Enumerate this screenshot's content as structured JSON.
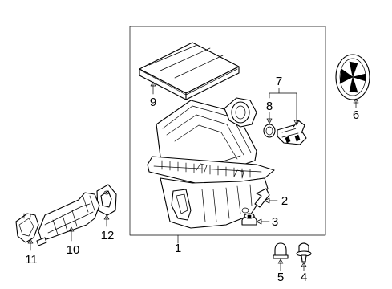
{
  "callouts": [
    {
      "id": "1",
      "part": "air-cleaner-assembly"
    },
    {
      "id": "2",
      "part": "clip"
    },
    {
      "id": "3",
      "part": "grommet"
    },
    {
      "id": "4",
      "part": "bolt"
    },
    {
      "id": "5",
      "part": "nut"
    },
    {
      "id": "6",
      "part": "cover"
    },
    {
      "id": "7",
      "part": "mass-air-flow-sensor-group"
    },
    {
      "id": "8",
      "part": "seal"
    },
    {
      "id": "9",
      "part": "filter-element"
    },
    {
      "id": "10",
      "part": "inlet-duct"
    },
    {
      "id": "11",
      "part": "resonator"
    },
    {
      "id": "12",
      "part": "bracket"
    }
  ]
}
